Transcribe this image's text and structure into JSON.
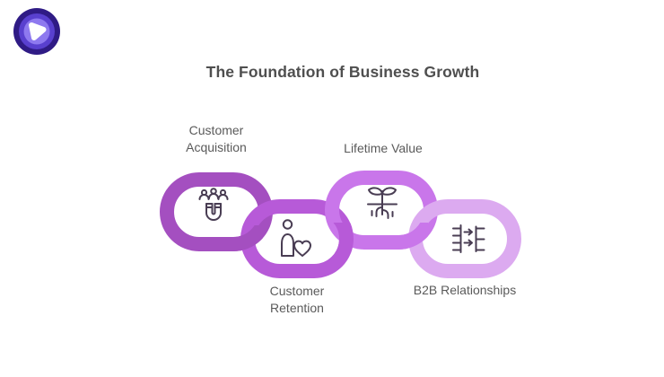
{
  "logo": {
    "outer_color": "#2f1b85",
    "mid_color": "#5940cf",
    "inner_color": "#8e79ef",
    "core_color": "#ffffff"
  },
  "title": {
    "text": "The Foundation of Business Growth",
    "color": "#4f4f4f"
  },
  "diagram": {
    "type": "interlocking-chain",
    "label_color": "#5a5a5a",
    "icon_color": "#493d53",
    "links": [
      {
        "label": "Customer Acquisition",
        "label_position": "top",
        "color": "#a44fc0",
        "icon": "magnet-people-icon"
      },
      {
        "label": "Customer Retention",
        "label_position": "bottom",
        "color": "#b75ad8",
        "icon": "person-heart-icon"
      },
      {
        "label": "Lifetime Value",
        "label_position": "top",
        "color": "#c976ea",
        "icon": "plant-growth-icon"
      },
      {
        "label": "B2B Relationships",
        "label_position": "bottom",
        "color": "#dcaaf0",
        "icon": "b2b-exchange-icon"
      }
    ]
  }
}
